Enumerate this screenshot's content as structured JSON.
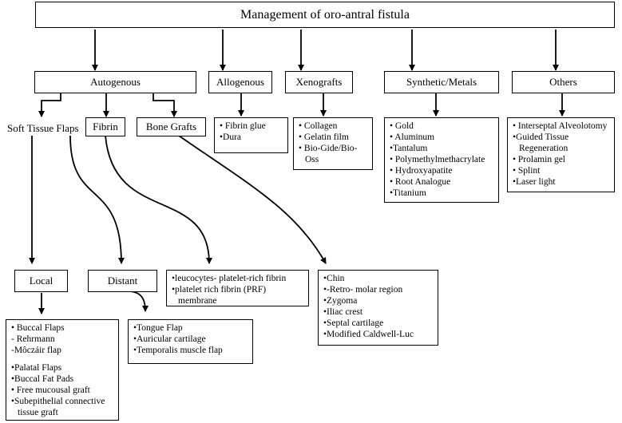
{
  "title": "Management of oro-antral fistula",
  "categories": {
    "autogenous": "Autogenous",
    "allogenous": "Allogenous",
    "xenografts": "Xenografts",
    "synthetic": "Synthetic/Metals",
    "others": "Others"
  },
  "autogenous_subtypes": {
    "soft_tissue": "Soft Tissue Flaps",
    "fibrin": "Fibrin",
    "bone_grafts": "Bone Grafts"
  },
  "soft_tissue_subtypes": {
    "local": "Local",
    "distant": "Distant"
  },
  "lists": {
    "allogenous": [
      "• Fibrin glue",
      "•Dura"
    ],
    "xenografts": [
      "• Collagen",
      "• Gelatin film",
      "• Bio-Gide/Bio-",
      "  Oss"
    ],
    "synthetic": [
      "• Gold",
      "• Aluminum",
      "•Tantalum",
      "• Polymethylmethacrylate",
      "• Hydroxyapatite",
      "• Root Analogue",
      "•Titanium"
    ],
    "others": [
      "• Interseptal Alveolotomy",
      "•Guided Tissue",
      "  Regeneration",
      "• Prolamin gel",
      "• Splint",
      "•Laser light"
    ],
    "fibrin": [
      "•leucocytes- platelet-rich fibrin",
      "•platelet rich fibrin (PRF)",
      "  membrane"
    ],
    "bone": [
      "•Chin",
      "•-Retro- molar region",
      "•Zygoma",
      "•Iliac crest",
      "•Septal cartilage",
      "•Modified Caldwell-Luc"
    ],
    "distant": [
      "•Tongue Flap",
      "•Auricular cartilage",
      "•Temporalis muscle flap"
    ],
    "local_a": [
      "• Buccal Flaps",
      "- Rehrmann",
      "-Môczáir flap"
    ],
    "local_b": [
      "•Palatal Flaps",
      "•Buccal Fat Pads",
      "• Free mucousal graft",
      "•Subepithelial connective",
      "  tissue graft"
    ]
  }
}
